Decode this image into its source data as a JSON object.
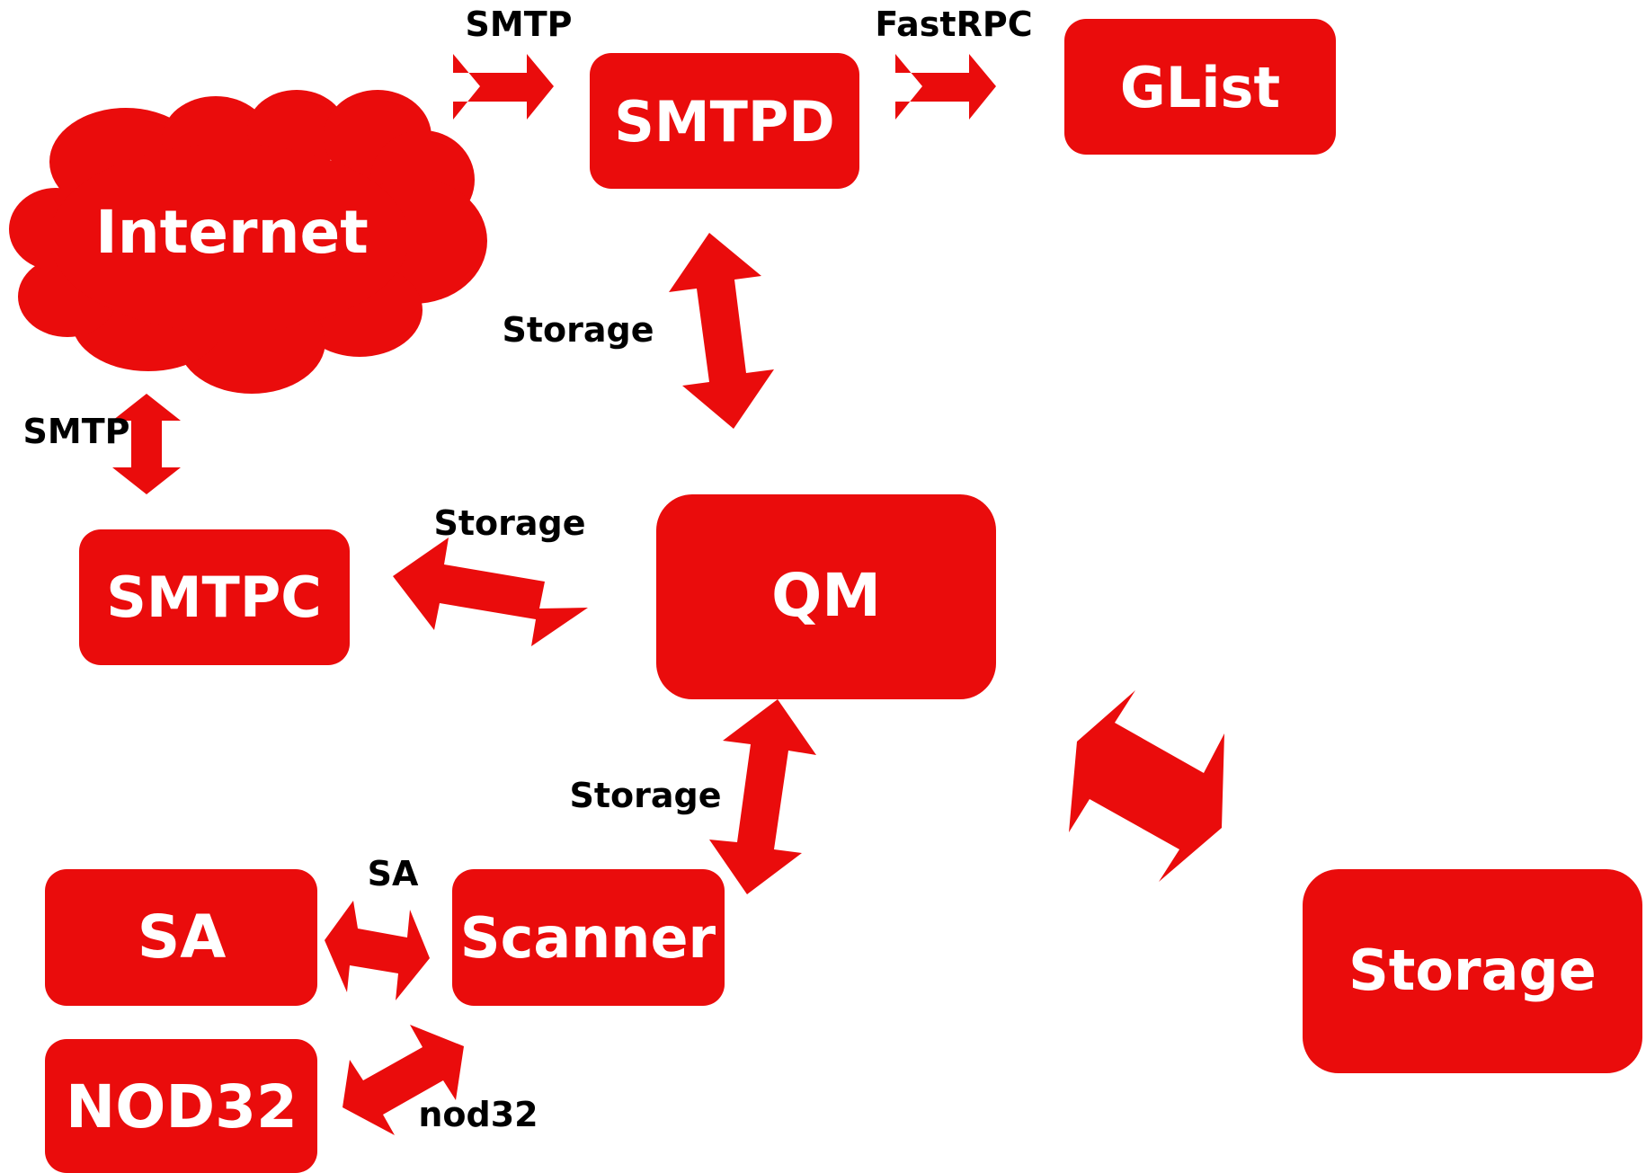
{
  "colors": {
    "node": "#EA0C0C",
    "node_text": "#FFFFFF",
    "arrow": "#EA0C0C",
    "label": "#000000"
  },
  "nodes": {
    "internet": "Internet",
    "smtpd": "SMTPD",
    "glist": "GList",
    "smtpc": "SMTPC",
    "qm": "QM",
    "scanner": "Scanner",
    "sa": "SA",
    "nod32": "NOD32",
    "storage": "Storage"
  },
  "edges": {
    "internet_smtpd": "SMTP",
    "smtpd_glist": "FastRPC",
    "internet_smtpc": "SMTP",
    "smtpd_qm": "Storage",
    "smtpc_qm": "Storage",
    "qm_scanner": "Storage",
    "scanner_sa": "SA",
    "scanner_nod32": "nod32"
  }
}
